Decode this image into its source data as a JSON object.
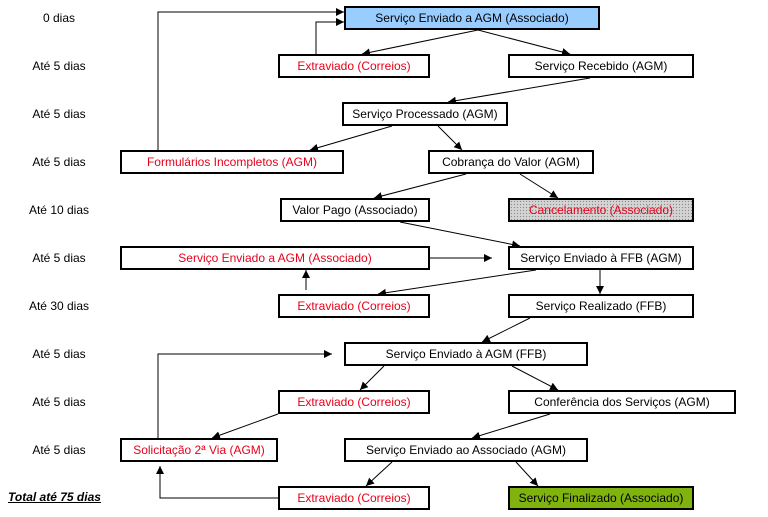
{
  "timeline": [
    "0 dias",
    "Até 5 dias",
    "Até 5 dias",
    "Até 5 dias",
    "Até 10 dias",
    "Até 5 dias",
    "Até 30 dias",
    "Até 5 dias",
    "Até 5 dias",
    "Até 5 dias"
  ],
  "total": "Total até 75 dias",
  "boxes": {
    "enviado_agm": "Serviço Enviado a AGM (Associado)",
    "extraviado_1": "Extraviado (Correios)",
    "recebido": "Serviço Recebido (AGM)",
    "processado": "Serviço Processado (AGM)",
    "formularios": "Formulários Incompletos (AGM)",
    "cobranca": "Cobrança do Valor (AGM)",
    "valor_pago": "Valor Pago (Associado)",
    "cancelamento": "Cancelamento (Associado)",
    "reenviado_agm": "Serviço Enviado a AGM (Associado)",
    "enviado_ffb": "Serviço Enviado à FFB (AGM)",
    "extraviado_2": "Extraviado (Correios)",
    "realizado": "Serviço Realizado (FFB)",
    "enviado_agm_ffb": "Serviço Enviado à AGM (FFB)",
    "extraviado_3": "Extraviado (Correios)",
    "conferencia": "Conferência dos Serviços (AGM)",
    "segunda_via": "Solicitação 2ª Via (AGM)",
    "enviado_associado": "Serviço Enviado ao Associado (AGM)",
    "extraviado_4": "Extraviado (Correios)",
    "finalizado": "Serviço Finalizado (Associado)"
  },
  "colors": {
    "red_text": "#e8001a",
    "start_fill": "#99ccff",
    "final_fill": "#80b30e",
    "cancel_fill": "#d4d4d4"
  }
}
